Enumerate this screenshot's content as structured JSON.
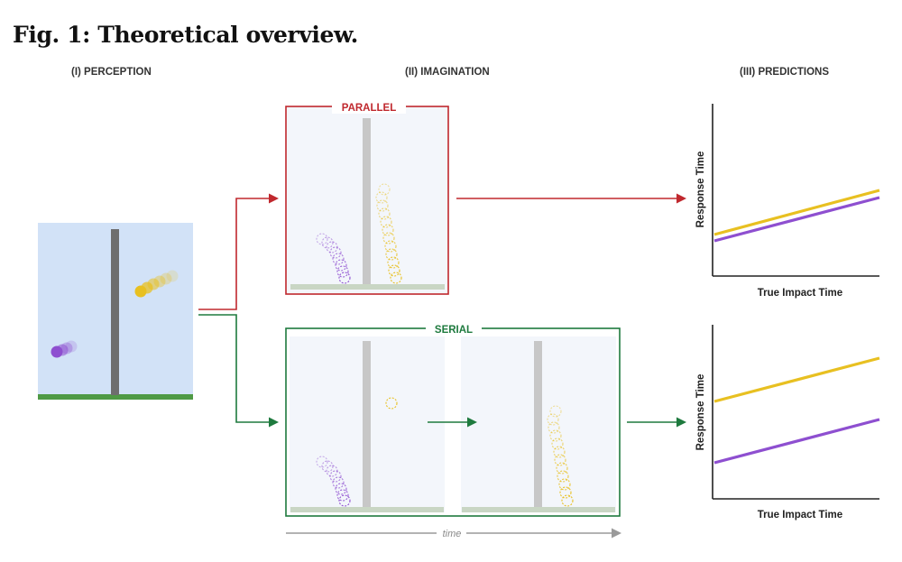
{
  "figure": {
    "title": "Fig. 1: Theoretical overview."
  },
  "panels": {
    "perception": "(I) PERCEPTION",
    "imagination": "(II) IMAGINATION",
    "predictions": "(III) PREDICTIONS"
  },
  "imagination": {
    "parallel_label": "PARALLEL",
    "serial_label": "SERIAL",
    "time_label": "time"
  },
  "charts": {
    "parallel": {
      "xlabel": "True Impact Time",
      "ylabel": "Response Time"
    },
    "serial": {
      "xlabel": "True Impact Time",
      "ylabel": "Response Time"
    }
  },
  "colors": {
    "parallel": "#c0282e",
    "serial": "#1e7a3e",
    "yellow": "#e8c021",
    "purple": "#8e4fd0",
    "sky": "#d2e2f7",
    "ground": "#4f9a45",
    "pole": "#6e6e6e"
  }
}
